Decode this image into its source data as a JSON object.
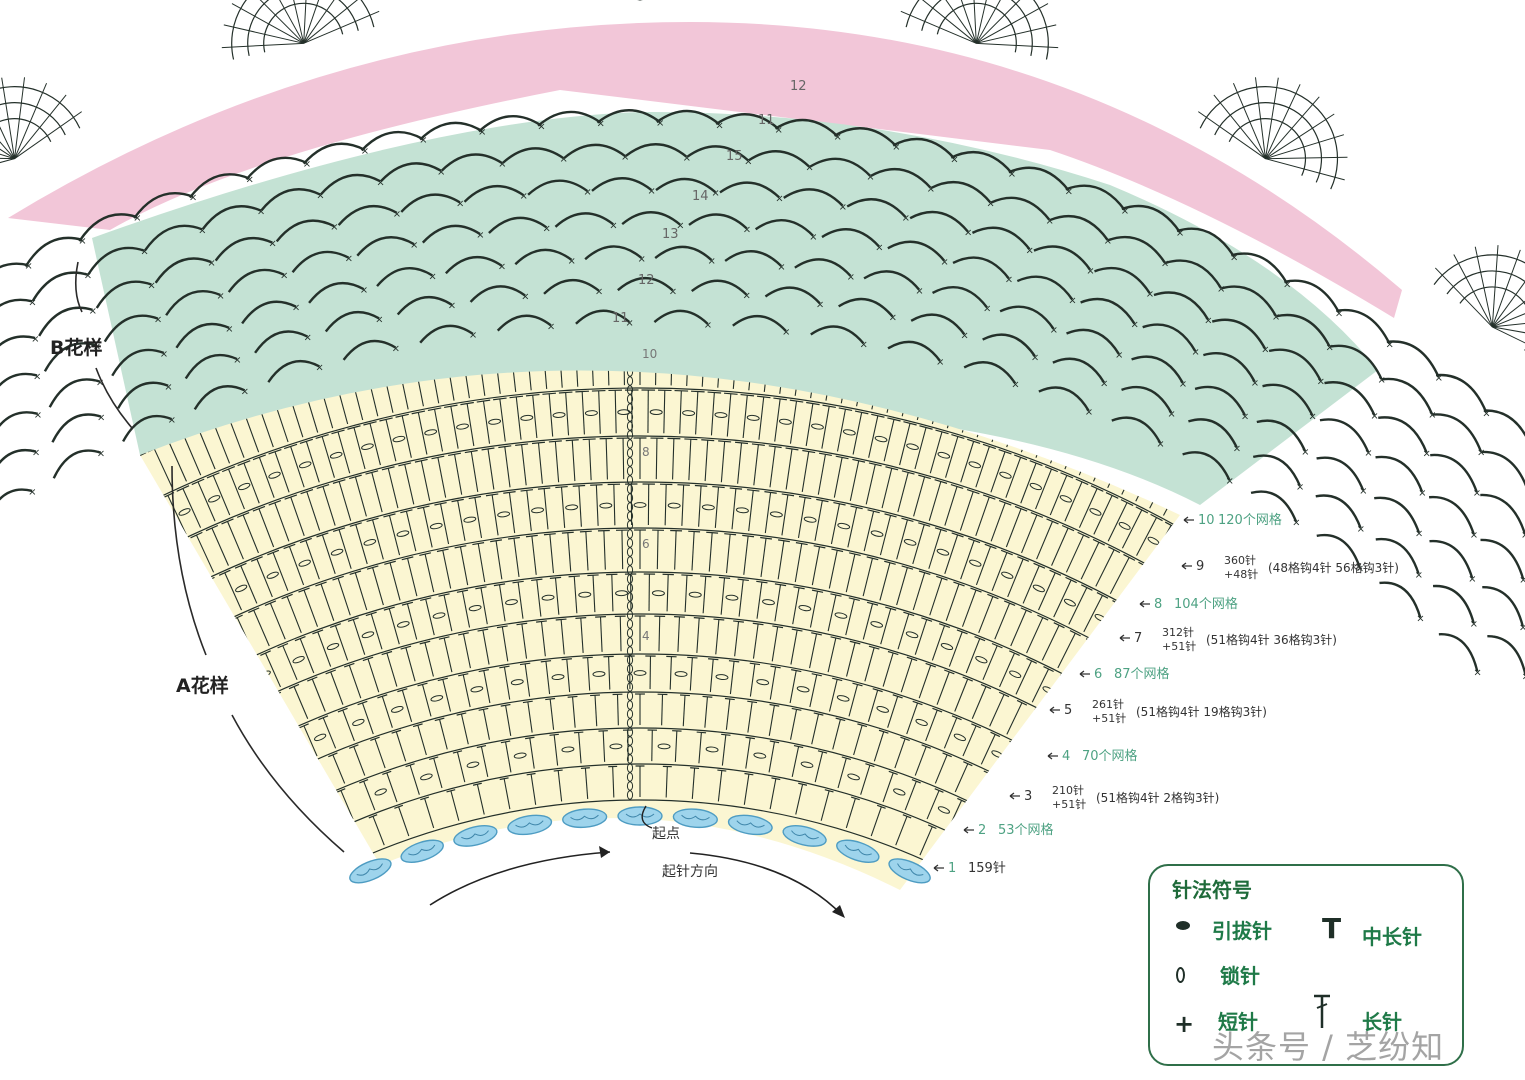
{
  "pattern_labels": {
    "b": "B花样",
    "a": "A花样"
  },
  "start_label": "起点",
  "direction_label": "起针方向",
  "center_numbers": [
    "10",
    "8",
    "6",
    "4"
  ],
  "b_row_numbers": [
    "11",
    "12",
    "13",
    "14",
    "15",
    "11",
    "12"
  ],
  "rows": [
    {
      "label": "10",
      "a": "120个网格"
    },
    {
      "label": "9",
      "a": "360针",
      "b": "+48针",
      "c": "(48格钩4针 56格钩3针)"
    },
    {
      "label": "8",
      "a": "104个网格"
    },
    {
      "label": "7",
      "a": "312针",
      "b": "+51针",
      "c": "(51格钩4针 36格钩3针)"
    },
    {
      "label": "6",
      "a": "87个网格"
    },
    {
      "label": "5",
      "a": "261针",
      "b": "+51针",
      "c": "(51格钩4针 19格钩3针)"
    },
    {
      "label": "4",
      "a": "70个网格"
    },
    {
      "label": "3",
      "a": "210针",
      "b": "+51针",
      "c": "(51格钩4针 2格钩3针)"
    },
    {
      "label": "2",
      "a": "53个网格"
    },
    {
      "label": "1",
      "a": "159针"
    }
  ],
  "legend": {
    "title": "针法符号",
    "items": [
      {
        "label": "引拔针",
        "icon": "slip-stitch-icon"
      },
      {
        "label": "中长针",
        "icon": "half-double-crochet-icon"
      },
      {
        "label": "锁针",
        "icon": "chain-stitch-icon"
      },
      {
        "label": "短针",
        "icon": "single-crochet-icon"
      },
      {
        "label": "长针",
        "icon": "double-crochet-icon"
      }
    ]
  },
  "watermark": "头条号 / 芝纷知",
  "colors": {
    "pink_band": "#f2c6d8",
    "green_band": "#c4e2d4",
    "yellow_body": "#fbf6d2",
    "blue_edge": "#9ed4ec",
    "ink": "#24302a",
    "text_teal": "#3c9a78",
    "legend_green": "#1f7a48"
  }
}
